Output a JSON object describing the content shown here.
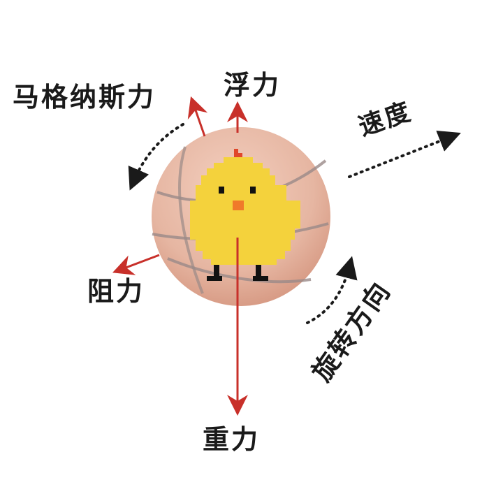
{
  "labels": {
    "magnus_force": "马格纳斯力",
    "buoyancy": "浮力",
    "velocity": "速度",
    "drag": "阻力",
    "rotation_direction": "旋转方向",
    "gravity": "重力"
  },
  "colors": {
    "arrow_red": "#c8302a",
    "dotted_arrow": "#1a1a1a",
    "ball": "#e6b6a2",
    "ball_seam": "#9a8a88",
    "chick_body": "#f4d23c",
    "chick_comb": "#e0472a",
    "chick_beak": "#f07a2a",
    "chick_eye": "#111111"
  },
  "icons": {
    "ball": "basketball-icon",
    "character": "pixel-chick-icon"
  }
}
